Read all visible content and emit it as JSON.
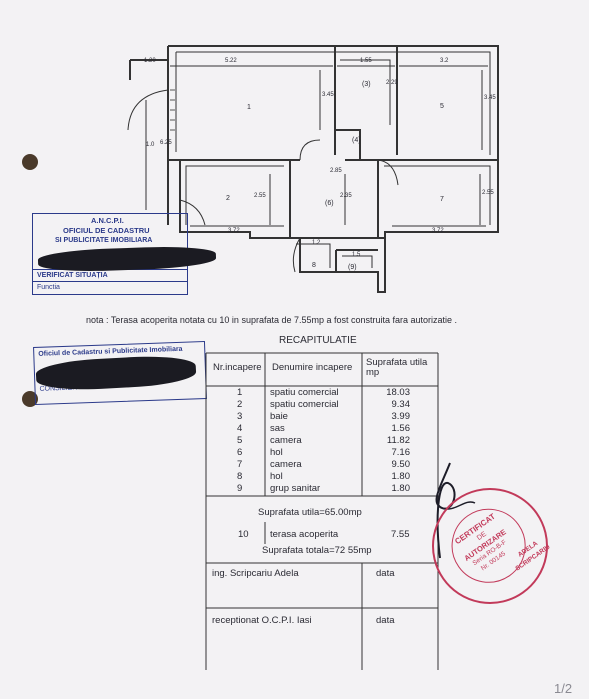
{
  "plan": {
    "dims": [
      "1.20",
      "5.22",
      "1.55",
      "3.2",
      "3.45",
      "2.29",
      "3.45",
      "6.25",
      "1.0",
      "2.85",
      "2.55",
      "2.35",
      "2.55",
      "3.72",
      "1.2",
      "1.5",
      "3.72"
    ],
    "rooms": [
      "1",
      "(3)",
      "5",
      "(4)",
      "2",
      "(6)",
      "7",
      "8",
      "(9)"
    ]
  },
  "stamp_ancpi": {
    "line1": "A.N.C.P.I.",
    "line2": "OFICIUL DE CADASTRU",
    "line3": "SI PUBLICITATE IMOBILIARA",
    "line4": "VERIFICAT SITUAȚIA",
    "line5": "Functia"
  },
  "stamp_ocpi": {
    "line1": "Oficiul de Cadastru si Publicitate Imobiliara",
    "line2": "CONSILIER"
  },
  "note": "nota : Terasa acoperita notata cu 10 in suprafata de 7.55mp a fost construita fara autorizatie .",
  "recap": {
    "title": "RECAPITULATIE",
    "headers": [
      "Nr.incapere",
      "Denumire incapere",
      "Suprafata utila mp"
    ],
    "rows": [
      {
        "nr": "1",
        "name": "spatiu comercial",
        "area": "18.03"
      },
      {
        "nr": "2",
        "name": "spatiu comercial",
        "area": "9.34"
      },
      {
        "nr": "3",
        "name": "baie",
        "area": "3.99"
      },
      {
        "nr": "4",
        "name": "sas",
        "area": "1.56"
      },
      {
        "nr": "5",
        "name": "camera",
        "area": "11.82"
      },
      {
        "nr": "6",
        "name": "hol",
        "area": "7.16"
      },
      {
        "nr": "7",
        "name": "camera",
        "area": "9.50"
      },
      {
        "nr": "8",
        "name": "hol",
        "area": "1.80"
      },
      {
        "nr": "9",
        "name": "grup sanitar",
        "area": "1.80"
      }
    ],
    "total_util": "Suprafata utila=65.00mp",
    "row10": {
      "nr": "10",
      "name": "terasa acoperita",
      "area": "7.55"
    },
    "total": "Suprafata totala=72 55mp",
    "sign1": "ing. Scripcariu Adela",
    "sign2": "receptionat O.C.P.I. Iasi",
    "data_label": "data"
  },
  "red_stamp": {
    "line1": "CERTIFICAT",
    "line2": "DE",
    "line3": "AUTORIZARE",
    "line4": "Seria RO-B-F",
    "line5": "Nr. 00145",
    "line6": "ADELA",
    "line7": "SCRIPCARIU"
  },
  "page_indicator": "1/2",
  "colors": {
    "ink": "#2a2a33",
    "stamp_blue": "#2b3a8a",
    "stamp_red": "#c23a5a",
    "paper": "#f3f2f4"
  }
}
